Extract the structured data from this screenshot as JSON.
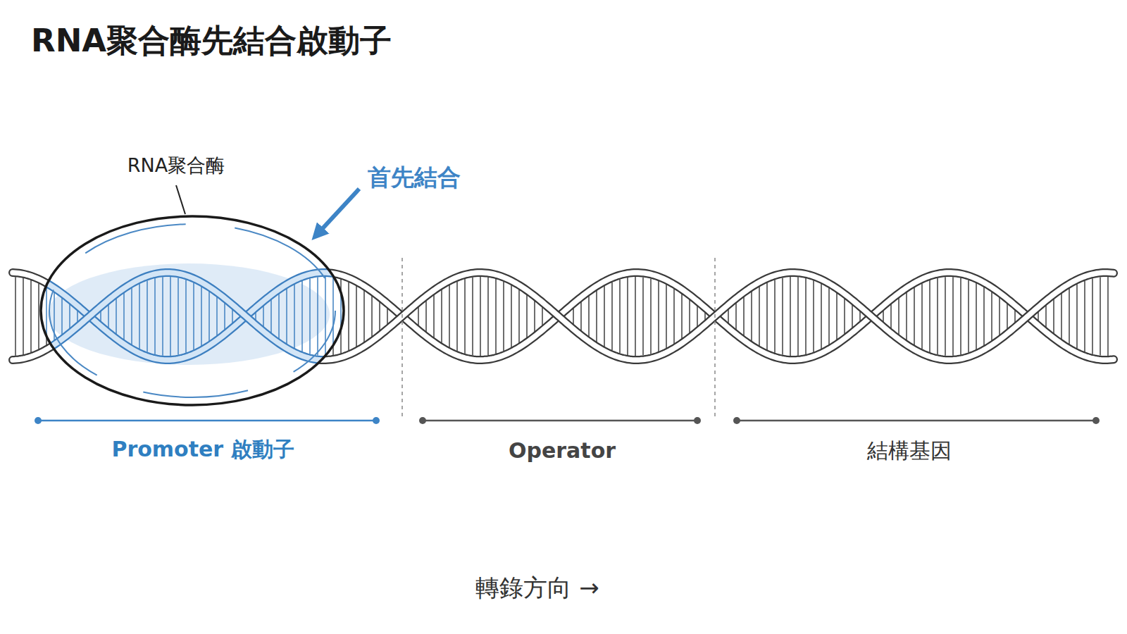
{
  "diagram": {
    "title": "RNA聚合酶先結合啟動子",
    "nodes": [
      {
        "text": [
          "RNA聚合酶"
        ]
      }
    ],
    "labels": [
      "首先結合",
      "Promoter 啟動子",
      "Operator",
      "結構基因",
      "轉錄方向 →"
    ]
  }
}
